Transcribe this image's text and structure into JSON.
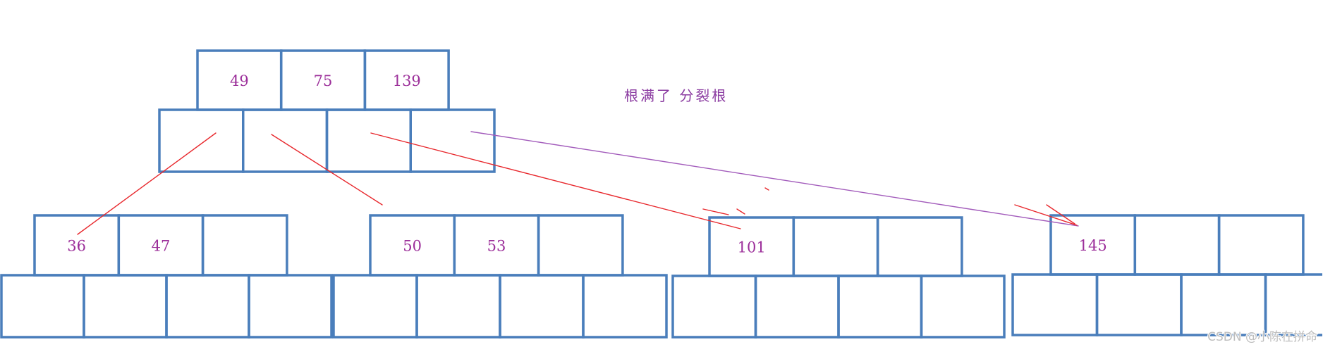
{
  "annotation": "根满了 分裂根",
  "watermark": "CSDN @小陈在拼命",
  "colors": {
    "box": "#4a7ebb",
    "key_text": "#9c2f9a",
    "annotation": "#8a3aa0",
    "link_red": "#e8282d",
    "link_purple": "#a25bbb",
    "watermark": "#bdbdbd"
  },
  "tree": {
    "nodes": [
      {
        "keys": [
          "49",
          "75",
          "139"
        ]
      },
      {
        "keys": [
          "36",
          "47"
        ]
      },
      {
        "keys": [
          "50",
          "53"
        ]
      },
      {
        "keys": [
          "101"
        ]
      },
      {
        "keys": [
          "145"
        ]
      }
    ]
  }
}
